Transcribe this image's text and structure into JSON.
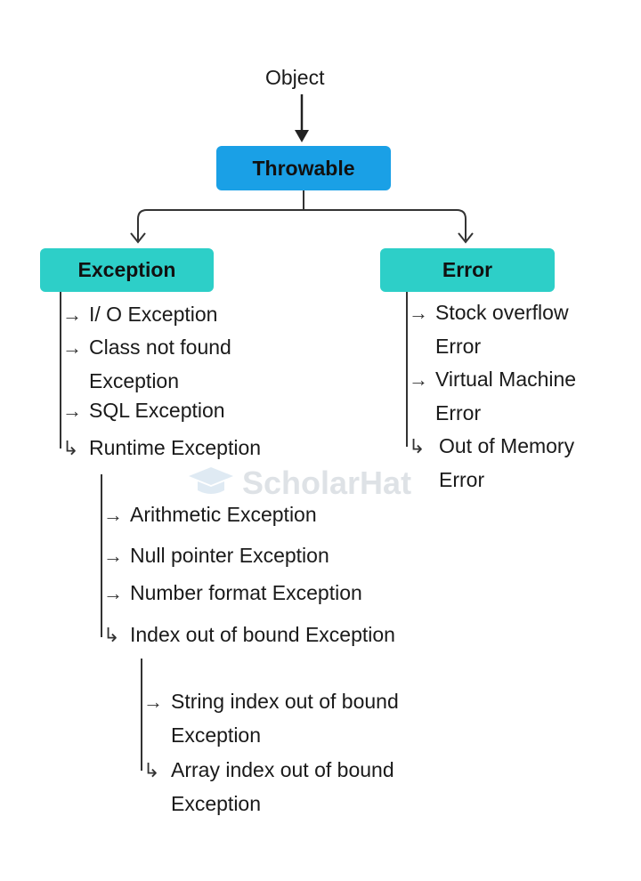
{
  "root": {
    "label": "Object"
  },
  "throwable": {
    "label": "Throwable",
    "color": "#1aa0e6"
  },
  "exception": {
    "label": "Exception",
    "color": "#2dcfc8",
    "children": [
      {
        "lines": [
          "I/ O Exception"
        ]
      },
      {
        "lines": [
          "Class not found",
          "Exception"
        ]
      },
      {
        "lines": [
          "SQL Exception"
        ]
      },
      {
        "lines": [
          "Runtime Exception"
        ]
      }
    ],
    "runtime_children": [
      "Arithmetic Exception",
      "Null pointer Exception",
      "Number format Exception",
      "Index out of bound Exception"
    ],
    "index_children": [
      {
        "lines": [
          "String index out of bound",
          "Exception"
        ]
      },
      {
        "lines": [
          "Array index out of bound",
          "Exception"
        ]
      }
    ]
  },
  "error": {
    "label": "Error",
    "color": "#2dcfc8",
    "children": [
      {
        "lines": [
          "Stock overflow",
          "Error"
        ]
      },
      {
        "lines": [
          "Virtual Machine",
          "Error"
        ]
      },
      {
        "lines": [
          "Out of Memory",
          "Error"
        ]
      }
    ]
  },
  "watermark": {
    "text": "ScholarHat"
  }
}
